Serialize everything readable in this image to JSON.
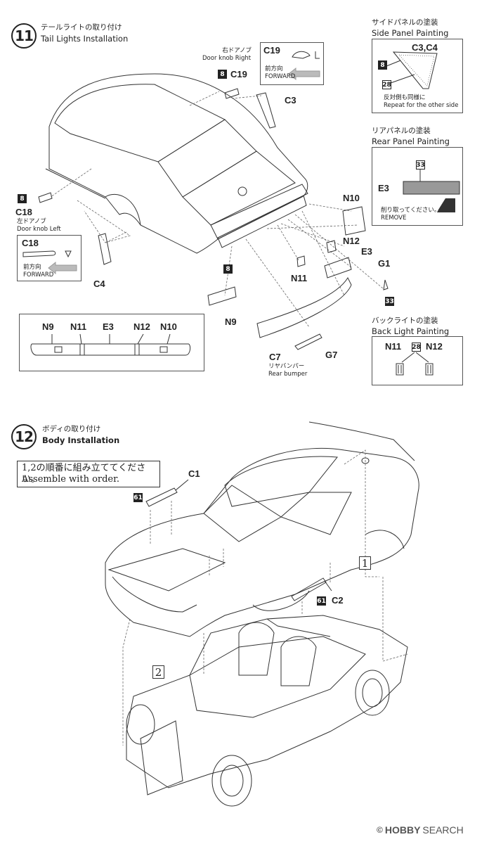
{
  "step11": {
    "number": "11",
    "title_jp": "テールライトの取り付け",
    "title_en": "Tail Lights Installation",
    "door_knob_right_jp": "右ドアノブ",
    "door_knob_right_en": "Door knob Right",
    "door_knob_left_jp": "左ドアノブ",
    "door_knob_left_en": "Door knob Left",
    "c19_box": {
      "part": "C19",
      "forward_jp": "前方向",
      "forward_en": "FORWARD"
    },
    "c18_box": {
      "part": "C18",
      "forward_jp": "前方向",
      "forward_en": "FORWARD"
    },
    "parts": {
      "c19": "C19",
      "c3": "C3",
      "c18": "C18",
      "c4": "C4",
      "n10": "N10",
      "n12": "N12",
      "e3": "E3",
      "g1": "G1",
      "n11": "N11",
      "n9": "N9",
      "c7": "C7",
      "g7": "G7"
    },
    "rear_bumper_jp": "リヤバンパー",
    "rear_bumper_en": "Rear bumper",
    "badges": {
      "b8a": "8",
      "b8b": "8",
      "b8c": "8",
      "b33": "33"
    },
    "order_strip": [
      "N9",
      "N11",
      "E3",
      "N12",
      "N10"
    ],
    "side_panel": {
      "title_jp": "サイドパネルの塗装",
      "title_en": "Side Panel Painting",
      "part": "C3,C4",
      "badge8": "8",
      "badge28": "28",
      "repeat_jp": "反対側も同様に",
      "repeat_en": "Repeat for the other side"
    },
    "rear_panel": {
      "title_jp": "リアパネルの塗装",
      "title_en": "Rear Panel Painting",
      "part": "E3",
      "badge33": "33",
      "remove_jp": "削り取ってください。",
      "remove_en": "REMOVE"
    },
    "back_light": {
      "title_jp": "バックライトの塗装",
      "title_en": "Back Light Painting",
      "left": "N11",
      "badge28": "28",
      "right": "N12"
    }
  },
  "step12": {
    "number": "12",
    "title_jp": "ボディの取り付け",
    "title_en": "Body Installation",
    "note_jp": "1,2の順番に組み立ててください。",
    "note_en": "Assemble with order.",
    "parts": {
      "c1": "C1",
      "c2": "C2"
    },
    "badges": {
      "b61a": "61",
      "b61b": "61"
    },
    "order1": "1",
    "order2": "2"
  },
  "watermark": {
    "brand": "HOBBY",
    "search": "SEARCH",
    "copyright": "©"
  }
}
